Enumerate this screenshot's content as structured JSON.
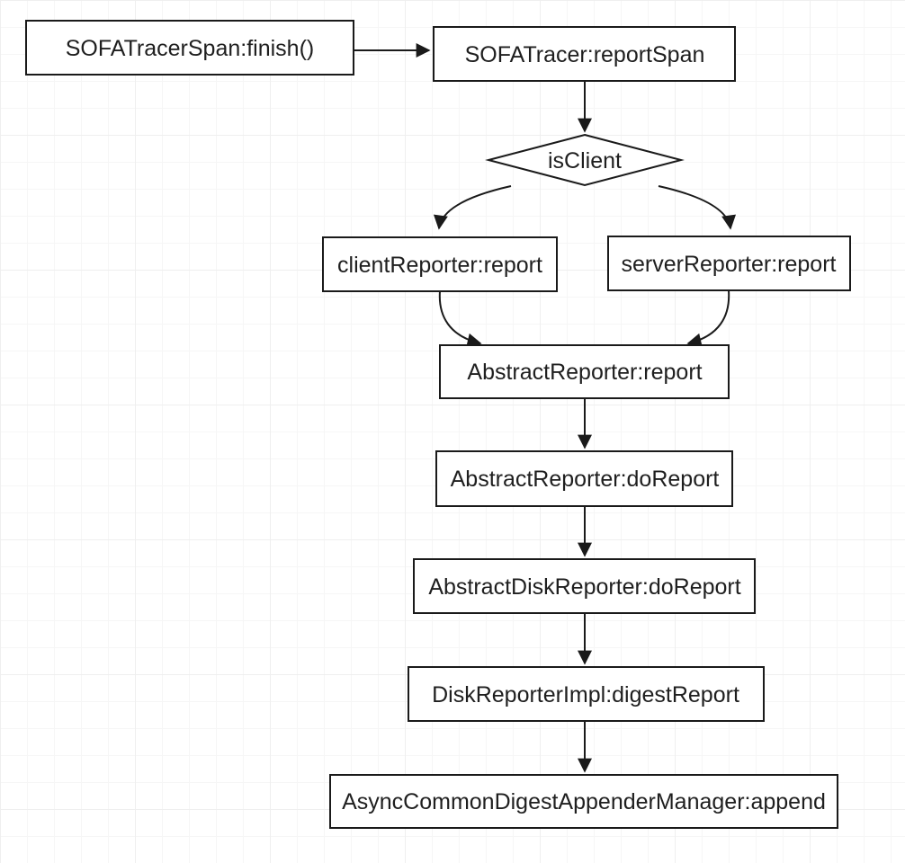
{
  "diagram": {
    "type": "flowchart",
    "nodes": [
      {
        "id": "sofa-tracer-span-finish",
        "label": "SOFATracerSpan:finish()",
        "shape": "rectangle"
      },
      {
        "id": "sofa-tracer-report-span",
        "label": "SOFATracer:reportSpan",
        "shape": "rectangle"
      },
      {
        "id": "is-client",
        "label": "isClient",
        "shape": "diamond"
      },
      {
        "id": "client-reporter-report",
        "label": "clientReporter:report",
        "shape": "rectangle"
      },
      {
        "id": "server-reporter-report",
        "label": "serverReporter:report",
        "shape": "rectangle"
      },
      {
        "id": "abstract-reporter-report",
        "label": "AbstractReporter:report",
        "shape": "rectangle"
      },
      {
        "id": "abstract-reporter-do-report",
        "label": "AbstractReporter:doReport",
        "shape": "rectangle"
      },
      {
        "id": "abstract-disk-reporter-do-report",
        "label": "AbstractDiskReporter:doReport",
        "shape": "rectangle"
      },
      {
        "id": "disk-reporter-impl-digest-report",
        "label": "DiskReporterImpl:digestReport",
        "shape": "rectangle"
      },
      {
        "id": "async-common-digest-appender-manager-append",
        "label": "AsyncCommonDigestAppenderManager:append",
        "shape": "rectangle"
      }
    ],
    "edges": [
      {
        "from": "SOFATracerSpan:finish()",
        "to": "SOFATracer:reportSpan",
        "style": "straight-arrow"
      },
      {
        "from": "SOFATracer:reportSpan",
        "to": "isClient",
        "style": "straight-arrow"
      },
      {
        "from": "isClient",
        "to": "clientReporter:report",
        "style": "curved-arrow"
      },
      {
        "from": "isClient",
        "to": "serverReporter:report",
        "style": "curved-arrow"
      },
      {
        "from": "clientReporter:report",
        "to": "AbstractReporter:report",
        "style": "curved-arrow"
      },
      {
        "from": "serverReporter:report",
        "to": "AbstractReporter:report",
        "style": "curved-arrow"
      },
      {
        "from": "AbstractReporter:report",
        "to": "AbstractReporter:doReport",
        "style": "straight-arrow"
      },
      {
        "from": "AbstractReporter:doReport",
        "to": "AbstractDiskReporter:doReport",
        "style": "straight-arrow"
      },
      {
        "from": "AbstractDiskReporter:doReport",
        "to": "DiskReporterImpl:digestReport",
        "style": "straight-arrow"
      },
      {
        "from": "DiskReporterImpl:digestReport",
        "to": "AsyncCommonDigestAppenderManager:append",
        "style": "straight-arrow"
      }
    ],
    "colors": {
      "node_border": "#1a1a1a",
      "node_fill": "#ffffff",
      "text": "#1f1f1f",
      "arrow": "#1a1a1a",
      "background": "#ffffff",
      "grid_line": "#f5f5f5"
    }
  }
}
